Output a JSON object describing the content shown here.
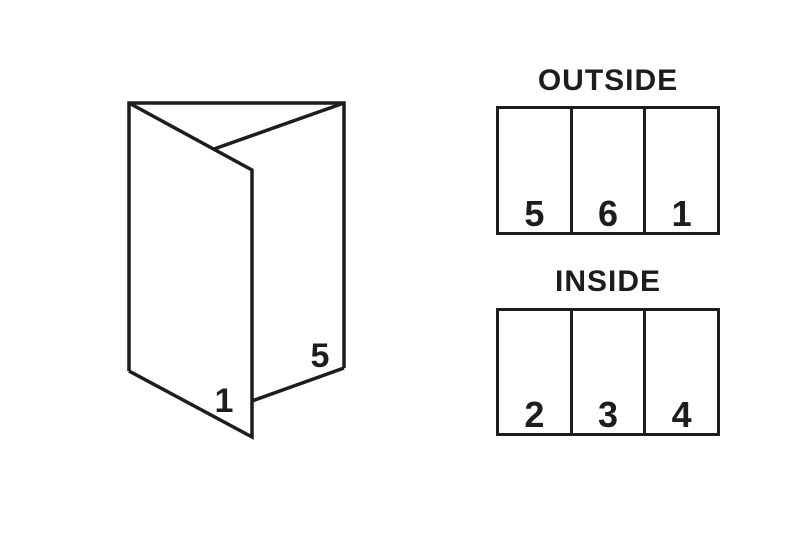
{
  "colors": {
    "line": "#1d1d1b",
    "background": "#ffffff"
  },
  "brochure_3d": {
    "front_panel_number": "1",
    "right_panel_number": "5"
  },
  "sheets": [
    {
      "title": "OUTSIDE",
      "panels": [
        "5",
        "6",
        "1"
      ]
    },
    {
      "title": "INSIDE",
      "panels": [
        "2",
        "3",
        "4"
      ]
    }
  ]
}
